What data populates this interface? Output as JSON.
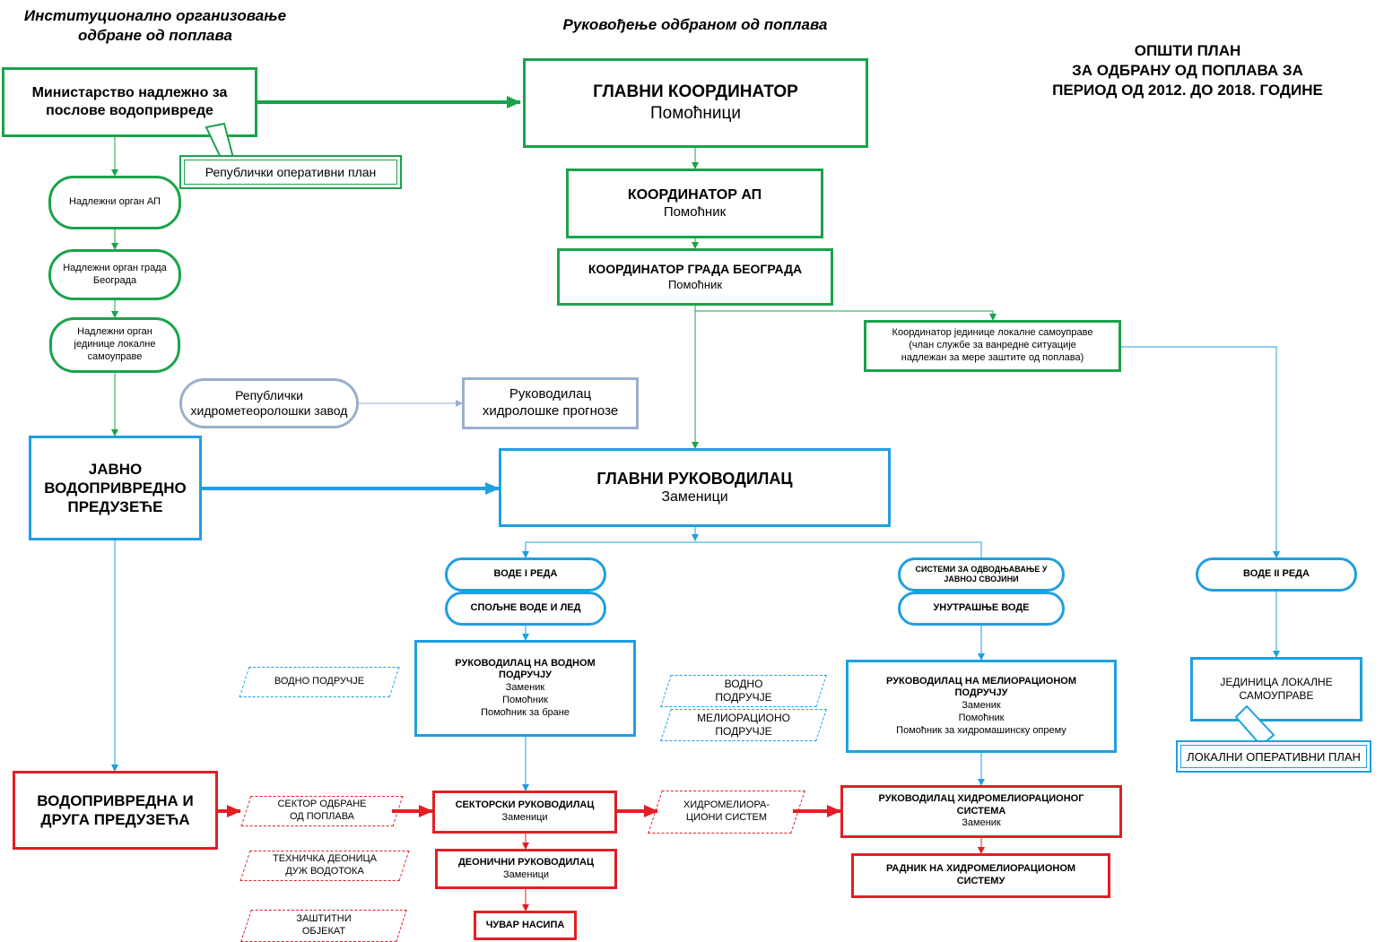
{
  "headers": {
    "left_line1": "Институционално организовање",
    "left_line2": "одбране од поплава",
    "center": "Руковођење одбраном од поплава",
    "title_line1": "ОПШТИ ПЛАН",
    "title_line2": "ЗА ОДБРАНУ ОД ПОПЛАВА ЗА",
    "title_line3": "ПЕРИОД ОД 2012. ДО 2018. ГОДИНЕ"
  },
  "left_column": {
    "ministry_line1": "Министарство надлежно за",
    "ministry_line2": "послове водопривреде",
    "republic_plan": "Републички оперативни план",
    "ap_authority": "Надлежни орган АП",
    "belgrade_authority_line1": "Надлежни орган града",
    "belgrade_authority_line2": "Београда",
    "local_authority_line1": "Надлежни орган",
    "local_authority_line2": "јединице локалне",
    "local_authority_line3": "самоуправе",
    "public_company_line1": "ЈАВНО",
    "public_company_line2": "ВОДОПРИВРЕДНО",
    "public_company_line3": "ПРЕДУЗЕЋЕ",
    "other_companies_line1": "ВОДОПРИВРЕДНА И",
    "other_companies_line2": "ДРУГА ПРЕДУЗЕЋА"
  },
  "coordination": {
    "main_coordinator": "ГЛАВНИ КООРДИНАТОР",
    "main_coordinator_sub": "Помоћници",
    "ap_coordinator": "КООРДИНАТОР АП",
    "ap_coordinator_sub": "Помоћник",
    "belgrade_coordinator": "КООРДИНАТОР ГРАДА БЕОГРАДА",
    "belgrade_coordinator_sub": "Помоћник",
    "local_coordinator_line1": "Координатор јединице локалне самоуправе",
    "local_coordinator_line2": "(члан службе за ванредне ситуације",
    "local_coordinator_line3": "надлежан за мере заштите од поплава)"
  },
  "hydromet": {
    "institute_line1": "Републички",
    "institute_line2": "хидрометеоролошки завод",
    "forecast_line1": "Руководилац",
    "forecast_line2": "хидролошке прогнозе"
  },
  "management": {
    "main_manager": "ГЛАВНИ РУКОВОДИЛАЦ",
    "main_manager_sub": "Заменици",
    "waters_1": "ВОДЕ I РЕДА",
    "external_waters": "СПОЉНЕ ВОДЕ И ЛЕД",
    "drainage_systems_line1": "СИСТЕМИ ЗА ОДВОДЊАВАЊЕ У",
    "drainage_systems_line2": "ЈАВНОЈ СВОЈИНИ",
    "internal_waters": "УНУТРАШЊЕ ВОДЕ",
    "waters_2": "ВОДЕ II РЕДА",
    "water_area_manager_line1": "РУКОВОДИЛАЦ НА ВОДНОМ",
    "water_area_manager_line2": "ПОДРУЧЈУ",
    "water_area_manager_sub1": "Заменик",
    "water_area_manager_sub2": "Помоћник",
    "water_area_manager_sub3": "Помоћник  за бране",
    "melio_manager_line1": "РУКОВОДИЛАЦ НА МЕЛИОРАЦИОНОМ",
    "melio_manager_line2": "ПОДРУЧЈУ",
    "melio_manager_sub1": "Заменик",
    "melio_manager_sub2": "Помоћник",
    "melio_manager_sub3": "Помоћник за хидромашинску опрему",
    "local_unit_line1": "ЈЕДИНИЦА ЛОКАЛНЕ",
    "local_unit_line2": "САМОУПРАВЕ",
    "local_plan": "ЛОКАЛНИ ОПЕРАТИВНИ ПЛАН"
  },
  "areas": {
    "water_area_left": "ВОДНО ПОДРУЧЈЕ",
    "water_area_mid_line1": "ВОДНО",
    "water_area_mid_line2": "ПОДРУЧЈЕ",
    "melio_area_line1": "МЕЛИОРАЦИОНО",
    "melio_area_line2": "ПОДРУЧЈЕ",
    "defense_sector_line1": "СЕКТОР ОДБРАНЕ",
    "defense_sector_line2": "ОД ПОПЛАВА",
    "tech_section_line1": "ТЕХНИЧКА ДЕОНИЦА",
    "tech_section_line2": "ДУЖ ВОДОТОКА",
    "protective_object_line1": "ЗАШТИТНИ",
    "protective_object_line2": "ОБЈЕКАТ",
    "hydromelio_system_line1": "ХИДРОМЕЛИОРА-",
    "hydromelio_system_line2": "ЦИОНИ СИСТЕМ"
  },
  "field": {
    "sector_manager": "СЕКТОРСКИ РУКОВОДИЛАЦ",
    "sector_manager_sub": "Заменици",
    "section_manager": "ДЕОНИЧНИ РУКОВОДИЛАЦ",
    "section_manager_sub": "Заменици",
    "dike_guard": "ЧУВАР НАСИПА",
    "hydromelio_manager_line1": "РУКОВОДИЛАЦ ХИДРОМЕЛИОРАЦИОНОГ",
    "hydromelio_manager_line2": "СИСТЕМА",
    "hydromelio_manager_sub": "Заменик",
    "hydromelio_worker_line1": "РАДНИК НА ХИДРОМЕЛИОРАЦИОНОМ",
    "hydromelio_worker_line2": "СИСТЕМУ"
  },
  "colors": {
    "green": "#1aa34a",
    "blue": "#1e9fe0",
    "red": "#e31e24",
    "grey": "#9aafc9"
  }
}
